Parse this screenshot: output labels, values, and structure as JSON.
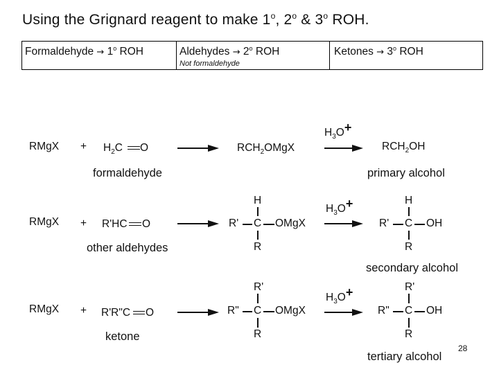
{
  "title": {
    "part1": "Using the Grignard reagent to make 1",
    "sup1": "o",
    "part2": ", 2",
    "sup2": "o",
    "part3": " & 3",
    "sup3": "o",
    "part4": " ROH."
  },
  "boxes": [
    {
      "pre": "Formaldehyde ",
      "arrow": "→",
      "mid": " 1",
      "sup": "o",
      "post": " ROH"
    },
    {
      "pre": "Aldehydes ",
      "arrow": "→",
      "mid": " 2",
      "sup": "o",
      "post": " ROH",
      "note": "Not formaldehyde"
    },
    {
      "pre": "Ketones ",
      "arrow": "→",
      "mid": " 3",
      "sup": "o",
      "post": " ROH"
    }
  ],
  "reagent": {
    "rmgx": "RMgX",
    "plus": "+",
    "acid_h": "H",
    "acid_3": "3",
    "acid_o": "O",
    "acid_plus": "+"
  },
  "reactions": [
    {
      "carbonyl_pre": "H",
      "carbonyl_sub": "2",
      "carbonyl_c": "C",
      "carbonyl_o": "O",
      "intermediate_a": "RCH",
      "intermediate_sub": "2",
      "intermediate_b": "OMgX",
      "product_a": "RCH",
      "product_sub": "2",
      "product_b": "OH",
      "reactant_label": "formaldehyde",
      "product_label": "primary alcohol"
    },
    {
      "carbonyl_pre": "R'HC",
      "carbonyl_o": "O",
      "top": "H",
      "left": "R'",
      "center": "C",
      "right_int": "OMgX",
      "bottom": "R",
      "p_top": "H",
      "p_left": "R'",
      "p_center": "C",
      "p_right": "OH",
      "p_bottom": "R",
      "reactant_label": "other aldehydes",
      "product_label": "secondary alcohol"
    },
    {
      "carbonyl_pre": "R'R\"C",
      "carbonyl_o": "O",
      "top": "R'",
      "left": "R\"",
      "center": "C",
      "right_int": "OMgX",
      "bottom": "R",
      "p_top": "R'",
      "p_left": "R\"",
      "p_center": "C",
      "p_right": "OH",
      "p_bottom": "R",
      "reactant_label": "ketone",
      "product_label": "tertiary alcohol"
    }
  ],
  "page_number": "28"
}
